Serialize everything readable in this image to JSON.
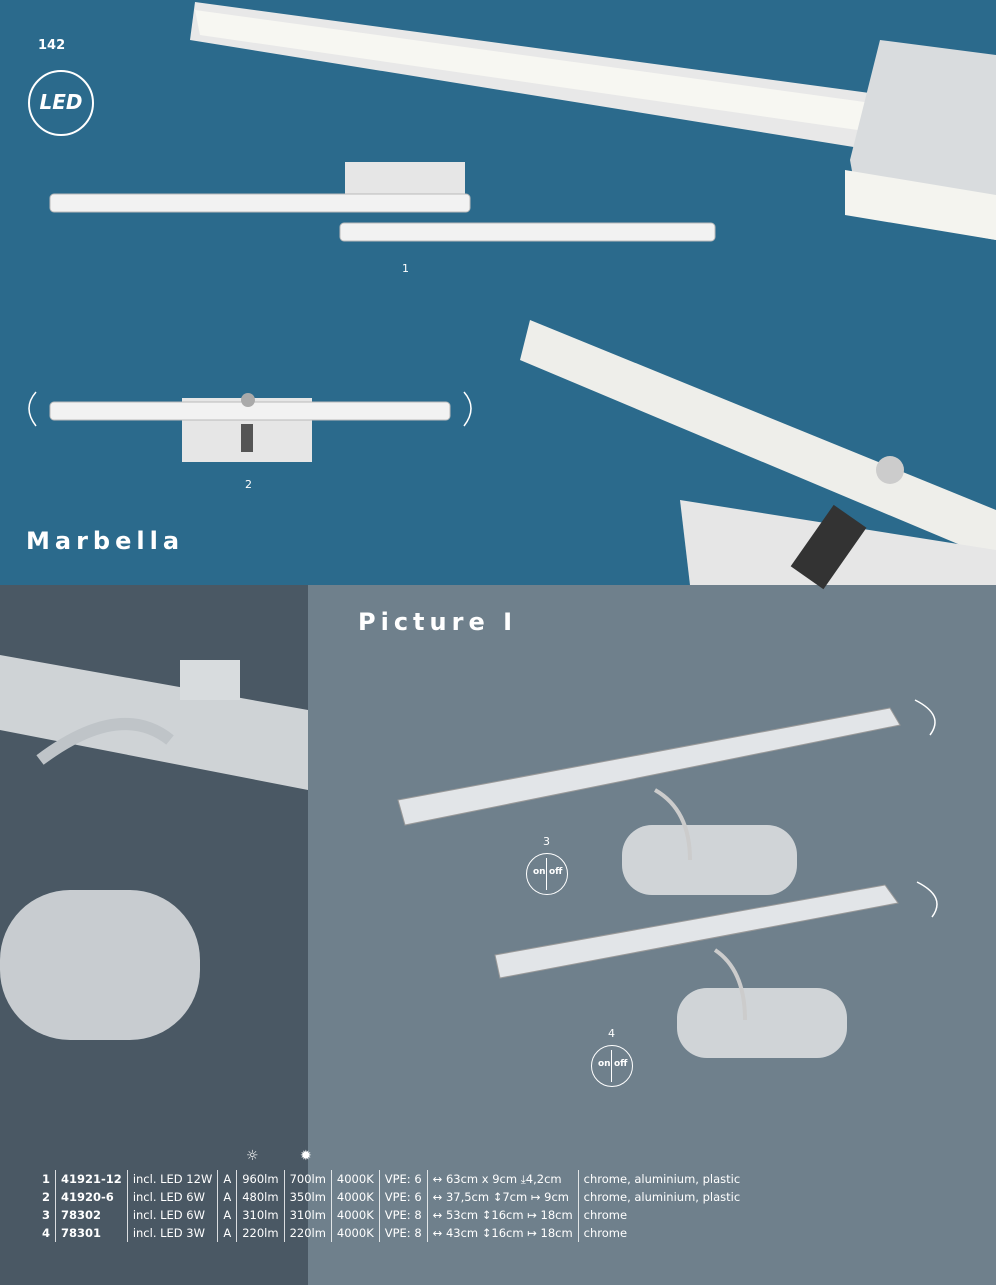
{
  "page_number": "142",
  "badge": "LED",
  "marbella": {
    "title": "Marbella",
    "label_1": "1",
    "label_2": "2"
  },
  "picture": {
    "title": "Picture I",
    "label_3": "3",
    "label_4": "4"
  },
  "switch": {
    "on": "on",
    "off": "off"
  },
  "icons": {
    "lumen_a": "bulb-icon",
    "lumen_b": "bulb-rays-icon",
    "width": "horizontal-arrow-icon",
    "height": "vertical-arrow-icon",
    "depth": "projection-arrow-icon",
    "rotate": "rotate-arrow-icon"
  },
  "specs": {
    "rows": [
      [
        "1",
        "41921-12",
        "incl. LED 12W",
        "A",
        "960lm",
        "700lm",
        "4000K",
        "VPE: 6",
        "↔ 63cm x 9cm ⤓4,2cm",
        "chrome, aluminium, plastic"
      ],
      [
        "2",
        "41920-6",
        "incl. LED 6W",
        "A",
        "480lm",
        "350lm",
        "4000K",
        "VPE: 6",
        "↔ 37,5cm ↕7cm ↦ 9cm",
        "chrome, aluminium, plastic"
      ],
      [
        "3",
        "78302",
        "incl. LED 6W",
        "A",
        "310lm",
        "310lm",
        "4000K",
        "VPE: 8",
        "↔ 53cm ↕16cm ↦ 18cm",
        "chrome"
      ],
      [
        "4",
        "78301",
        "incl. LED 3W",
        "A",
        "220lm",
        "220lm",
        "4000K",
        "VPE: 8",
        "↔ 43cm ↕16cm ↦ 18cm",
        "chrome"
      ]
    ]
  }
}
